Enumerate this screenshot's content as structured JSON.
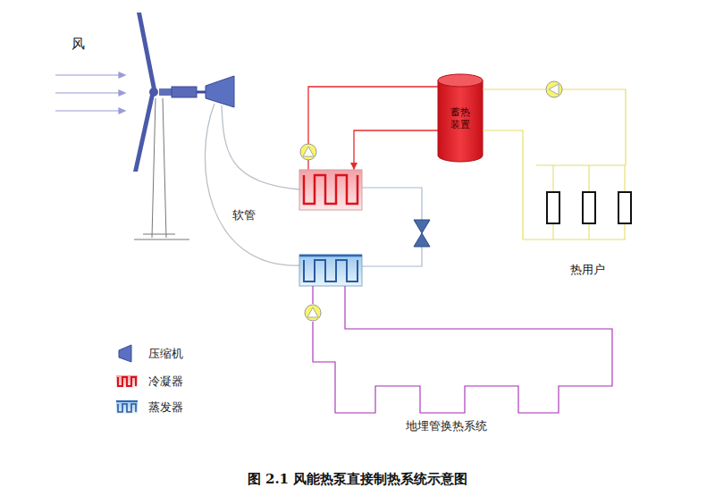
{
  "diagram": {
    "caption": "图 2.1 风能热泵直接制热系统示意图",
    "nodes": [
      {
        "text": [
          "蓄热装置"
        ]
      },
      {
        "text": [
          "热用户"
        ]
      }
    ],
    "edges": [
      {
        "from": 0,
        "to": 1,
        "arrow": "none"
      },
      {
        "from": 1,
        "to": 0,
        "arrow": "none"
      }
    ],
    "labels": [
      "风",
      "软管",
      "地埋管换热系统"
    ],
    "legend": [
      {
        "text": "压缩机"
      },
      {
        "text": "冷凝器"
      },
      {
        "text": "蒸发器"
      }
    ]
  }
}
